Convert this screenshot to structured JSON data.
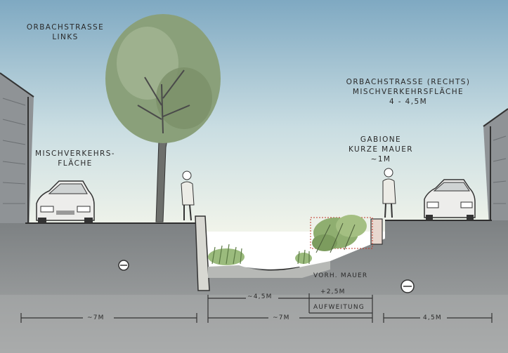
{
  "labels": {
    "left_street": [
      "Orbachstrasse",
      "links"
    ],
    "left_area": [
      "Mischverkehrs-",
      "Fläche"
    ],
    "right_street": [
      "Orbachstrasse (rechts)",
      "Mischverkehrsfläche",
      "4 - 4,5m"
    ],
    "right_wall": [
      "Gabione",
      "kurze Mauer",
      "~1m"
    ],
    "existing_wall": "Vorh. Mauer"
  },
  "dimensions": {
    "left_width": "~7m",
    "middle_width": "~7m",
    "right_width": "4,5m",
    "channel_width": "~4,5m",
    "widening": "+2,5m",
    "widening_label": "Aufweitung"
  },
  "colors": {
    "sky_top": "#8fb4c9",
    "sky_bottom": "#eaf2ee",
    "ground": "#8a8d8e",
    "tree": "#8aa07a",
    "shrub": "#8fae70"
  }
}
